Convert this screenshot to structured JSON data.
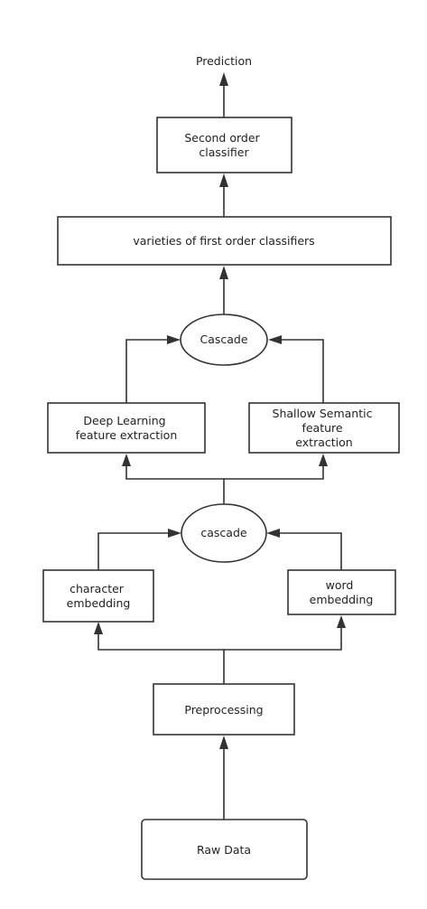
{
  "diagram": {
    "nodes": {
      "prediction": {
        "lines": [
          "Prediction"
        ]
      },
      "second_order": {
        "lines": [
          "Second order",
          "classifier"
        ]
      },
      "first_order": {
        "lines": [
          "varieties of first order classifiers"
        ]
      },
      "cascade_top": {
        "lines": [
          "Cascade"
        ]
      },
      "deep_learning": {
        "lines": [
          "Deep Learning",
          "feature extraction"
        ]
      },
      "shallow_semantic": {
        "lines": [
          "Shallow Semantic",
          "feature",
          "extraction"
        ]
      },
      "cascade_bottom": {
        "lines": [
          "cascade"
        ]
      },
      "char_embedding": {
        "lines": [
          "character",
          "embedding"
        ]
      },
      "word_embedding": {
        "lines": [
          "word",
          "embedding"
        ]
      },
      "preprocessing": {
        "lines": [
          "Preprocessing"
        ]
      },
      "raw_data": {
        "lines": [
          "Raw Data"
        ]
      }
    },
    "colors": {
      "stroke": "#333333",
      "text": "#222222",
      "background": "#ffffff"
    }
  }
}
